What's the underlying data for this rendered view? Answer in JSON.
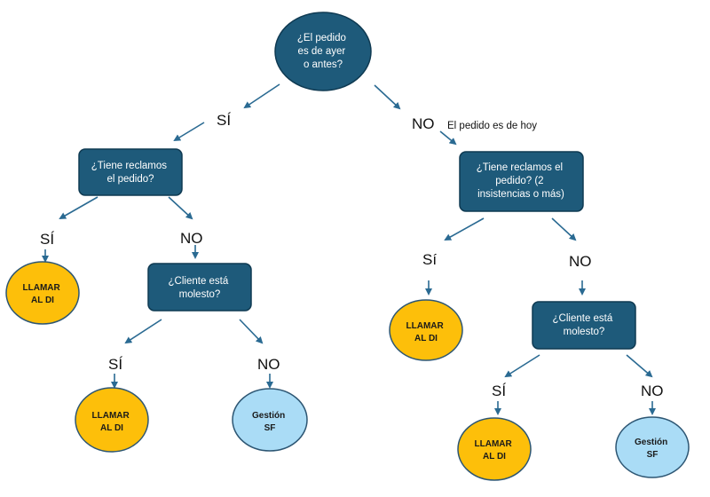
{
  "nodes": {
    "root": [
      "¿El pedido",
      "es de ayer",
      "o antes?"
    ],
    "left_q1": [
      "¿Tiene reclamos",
      "el pedido?"
    ],
    "left_q2": [
      "¿Cliente está",
      "molesto?"
    ],
    "right_q1": [
      "¿Tiene reclamos el",
      "pedido? (2",
      "insistencias o más)"
    ],
    "right_q2": [
      "¿Cliente está",
      "molesto?"
    ],
    "term_call_1": [
      "LLAMAR",
      "AL DI"
    ],
    "term_call_2": [
      "LLAMAR",
      "AL DI"
    ],
    "term_call_3": [
      "LLAMAR",
      "AL DI"
    ],
    "term_call_4": [
      "LLAMAR",
      "AL DI"
    ],
    "term_sf_1": [
      "Gestión",
      "SF"
    ],
    "term_sf_2": [
      "Gestión",
      "SF"
    ]
  },
  "labels": {
    "root_yes": "SÍ",
    "root_no": "NO",
    "root_no_note": "El pedido es de hoy",
    "l1_yes": "SÍ",
    "l1_no": "NO",
    "l2_yes": "SÍ",
    "l2_no": "NO",
    "r1_yes": "Sí",
    "r1_no": "NO",
    "r2_yes": "SÍ",
    "r2_no": "NO"
  },
  "colors": {
    "question_fill": "#1e5a7a",
    "call_fill": "#fdbf0a",
    "sf_fill": "#aadcf6",
    "arrow": "#2a6a92"
  }
}
